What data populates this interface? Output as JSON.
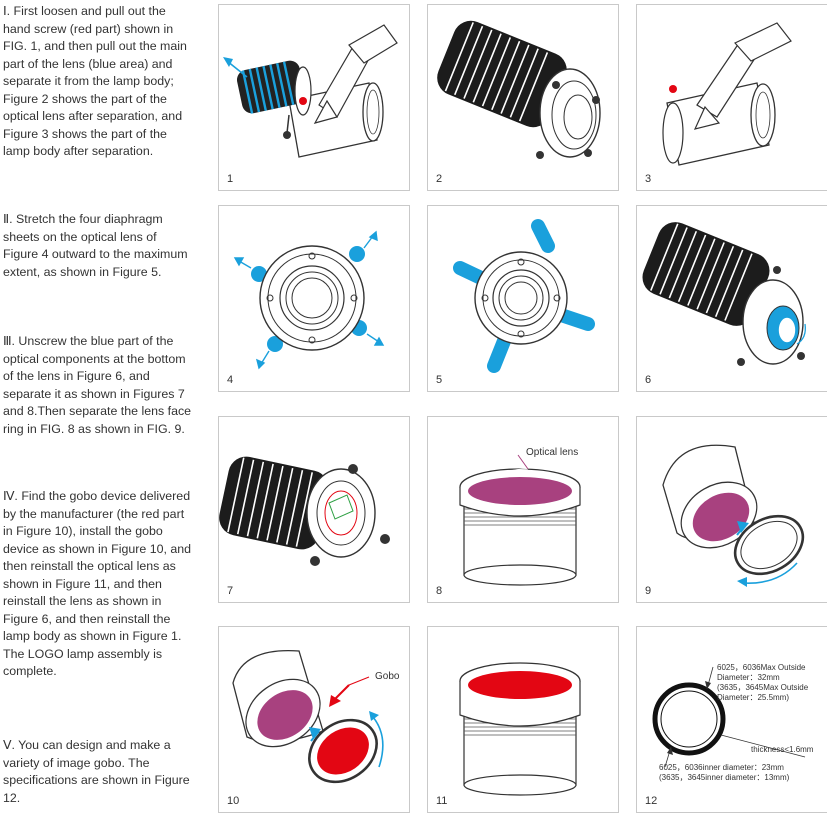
{
  "steps": [
    {
      "text": "Ⅰ. First loosen and pull out the hand screw (red part) shown in FIG. 1, and then pull out the main part of the lens (blue area) and separate it from the lamp body; Figure 2 shows the part of the optical lens after separation, and Figure 3 shows the part of the lamp body after separation."
    },
    {
      "text": "Ⅱ. Stretch the four diaphragm sheets on the optical lens of Figure 4 outward to the maximum extent, as shown in Figure 5."
    },
    {
      "text": "Ⅲ. Unscrew the blue part of the optical components at the bottom of the lens in Figure 6, and separate it as shown in Figures 7 and 8.Then separate the lens face ring in FIG. 8 as shown in FIG. 9."
    },
    {
      "text": "Ⅳ. Find the gobo device delivered by the manufacturer (the red part in Figure 10), install the gobo device as shown in Figure 10, and then reinstall the optical lens as shown in Figure 11, and then reinstall the lens as shown in Figure 6, and then reinstall the lamp body as shown in Figure 1. The LOGO lamp assembly is complete."
    },
    {
      "text": "Ⅴ. You can design and make a variety of image gobo. The specifications are shown in Figure 12."
    }
  ],
  "figures": {
    "f1": "1",
    "f2": "2",
    "f3": "3",
    "f4": "4",
    "f5": "5",
    "f6": "6",
    "f7": "7",
    "f8": "8",
    "f9": "9",
    "f10": "10",
    "f11": "11",
    "f12": "12"
  },
  "labels": {
    "optical_lens": "Optical lens",
    "gobo": "Gobo"
  },
  "spec12": {
    "outside_1": "6025，6036Max Outside",
    "outside_2": "Diameter：32mm",
    "outside_3": "(3635，3645Max Outside",
    "outside_4": "Diameter：25.5mm)",
    "thickness": "thickness<1.6mm",
    "inner_1": "6025，6036inner diameter：23mm",
    "inner_2": "(3635，3645inner diameter：13mm)"
  },
  "colors": {
    "blue": "#1aa0dc",
    "red": "#e30613",
    "lens_purple": "#a8417f"
  }
}
